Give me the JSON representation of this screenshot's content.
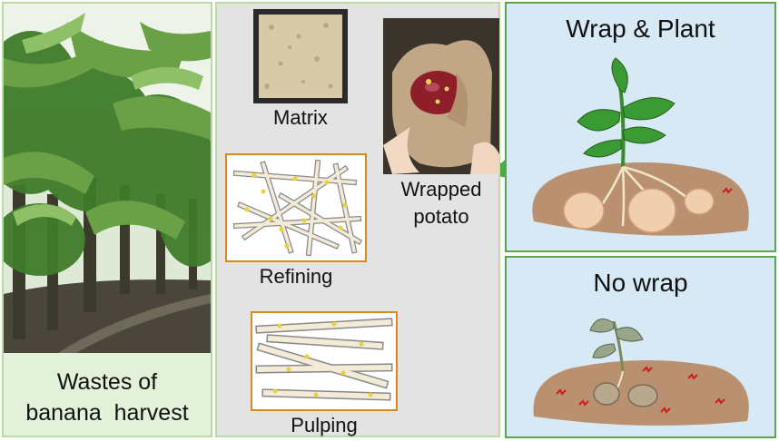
{
  "left": {
    "caption_line1": "Wastes of",
    "caption_line2": "banana  harvest"
  },
  "middle": {
    "matrix_label": "Matrix",
    "wrapped_line1": "Wrapped",
    "wrapped_line2": "potato",
    "refining_label": "Refining",
    "pulping_label": "Pulping"
  },
  "right": {
    "wrap_title": "Wrap & Plant",
    "nowrap_title": "No wrap"
  },
  "colors": {
    "arrow_green": "#4cae3a",
    "box_orange": "#d98a1a",
    "panel_green_border": "#b9dca2",
    "panel_blue_border": "#5aa74a",
    "soil": "#b99170",
    "worm_red": "#d11a1a"
  }
}
